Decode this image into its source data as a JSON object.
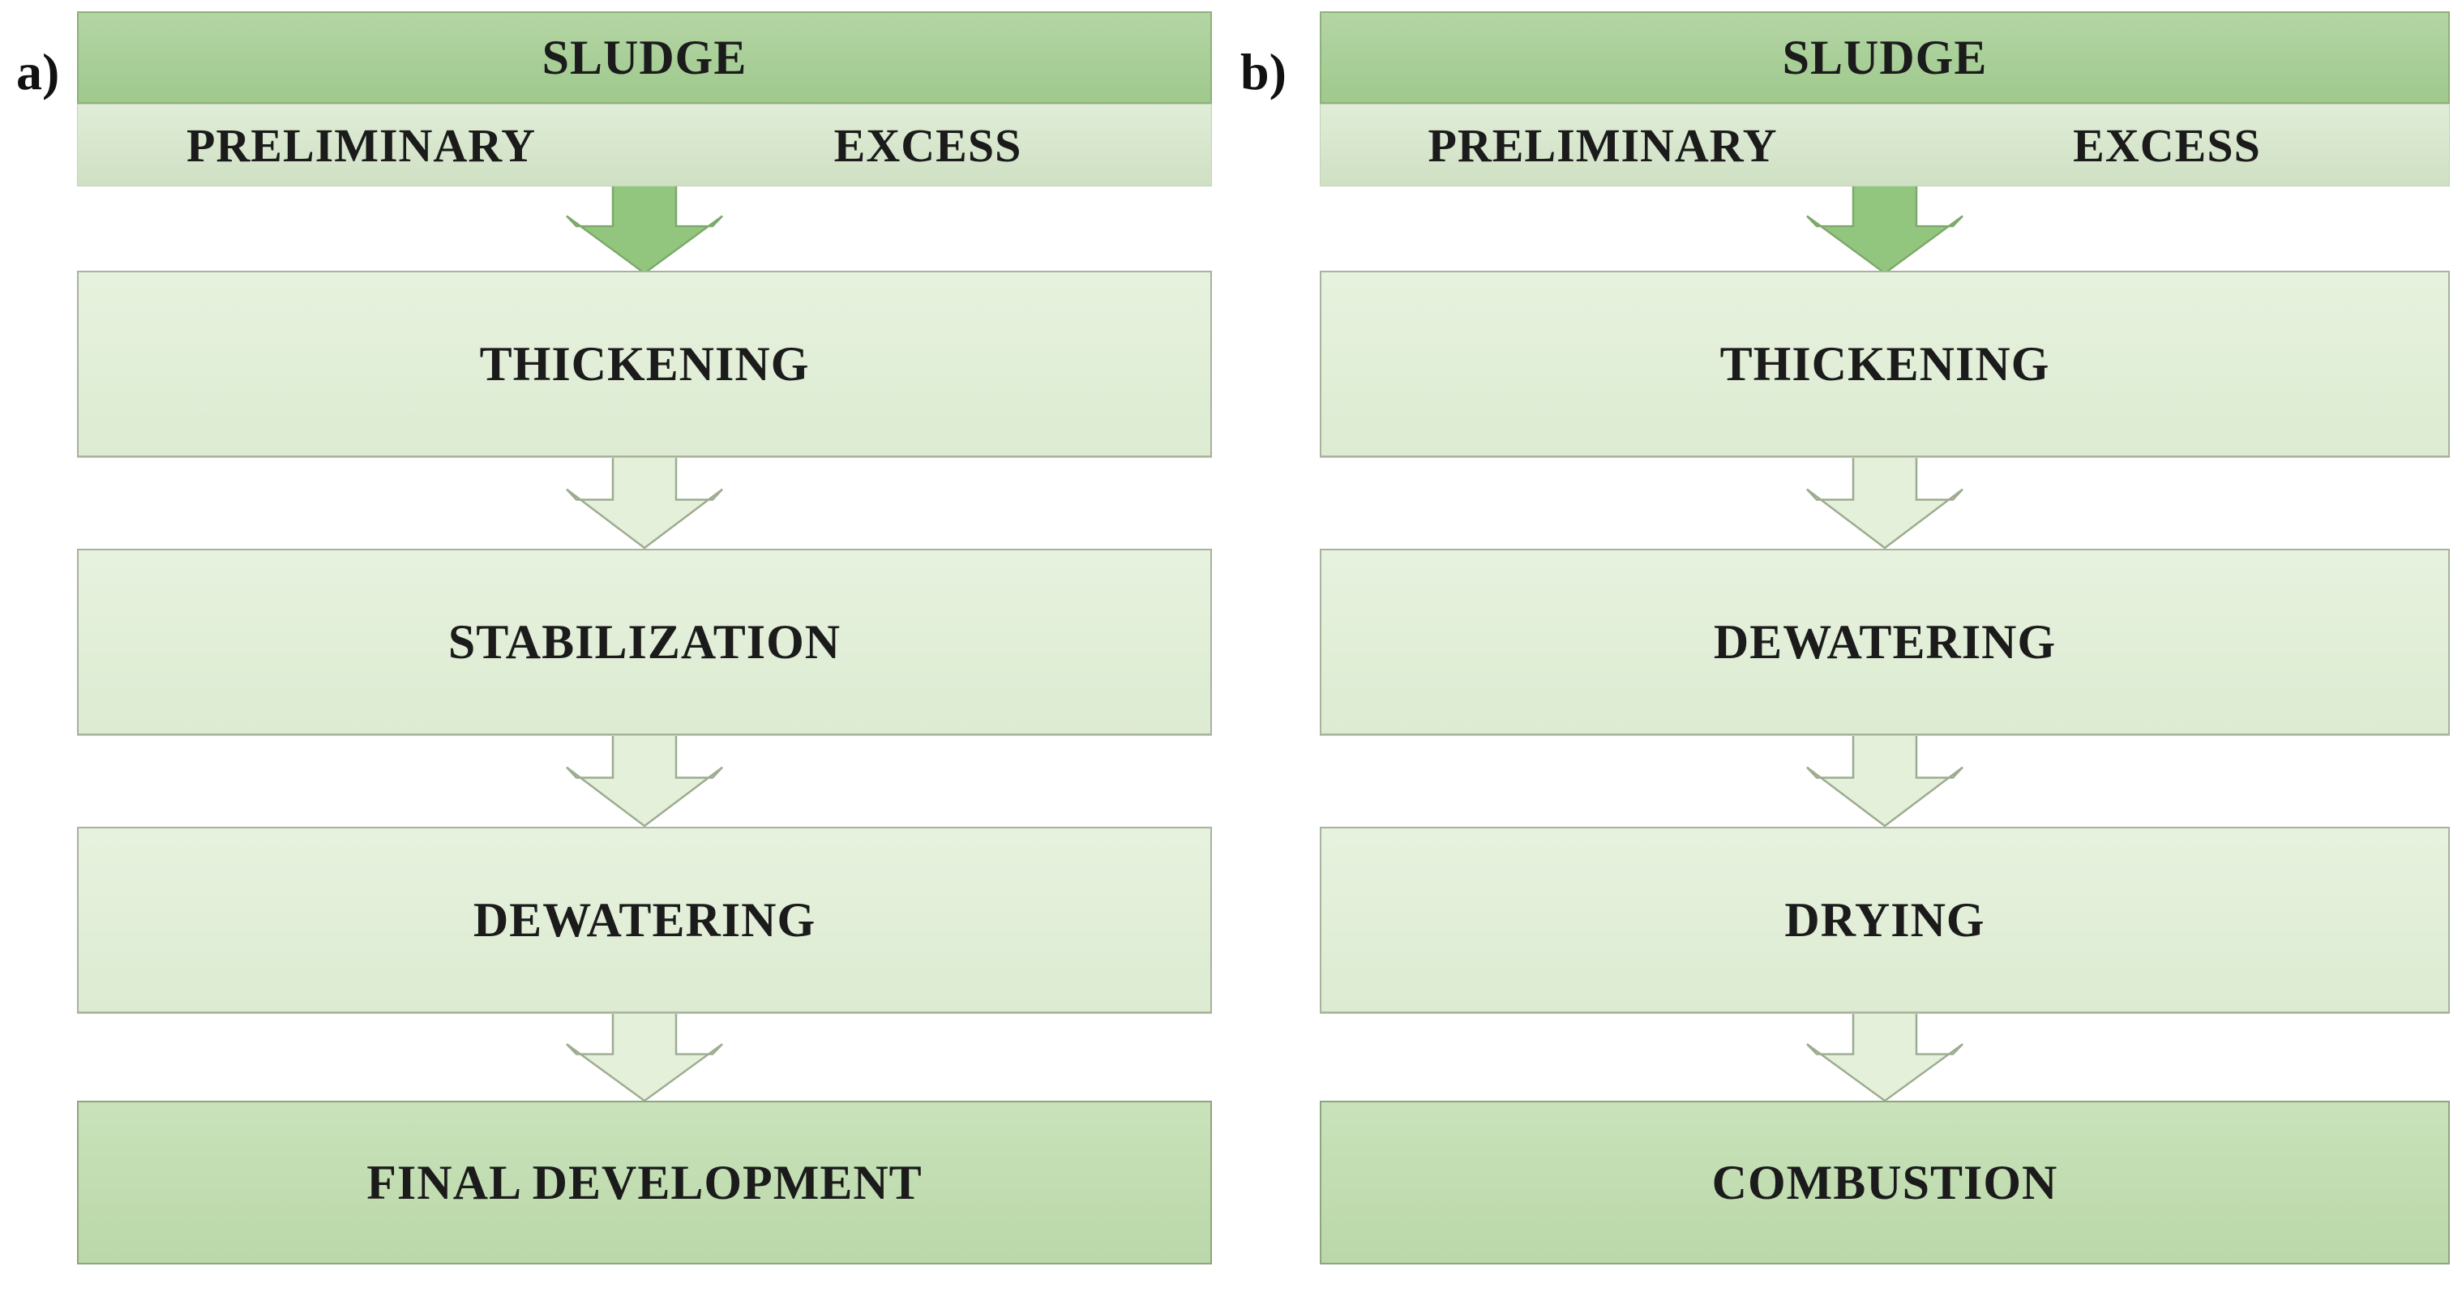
{
  "figure": {
    "type": "flow-diagram",
    "description": "Two sewage sludge processing flowcharts",
    "panels": [
      {
        "label": "a)",
        "header": "SLUDGE",
        "inputs": [
          "PRELIMINARY",
          "EXCESS"
        ],
        "steps": [
          "THICKENING",
          "STABILIZATION",
          "DEWATERING"
        ],
        "final": "FINAL DEVELOPMENT"
      },
      {
        "label": "b)",
        "header": "SLUDGE",
        "inputs": [
          "PRELIMINARY",
          "EXCESS"
        ],
        "steps": [
          "THICKENING",
          "DEWATERING",
          "DRYING"
        ],
        "final": "COMBUSTION"
      }
    ]
  },
  "colors": {
    "header_green": "#A8CF97",
    "inputs_green": "#D7E6CC",
    "step_green": "#E2EFD8",
    "final_green": "#C2DEB2",
    "arrow_green": "#92C67F",
    "arrow_light": "#E4F0DA",
    "text": "#1B1B1B",
    "background": "#FFFFFF"
  }
}
